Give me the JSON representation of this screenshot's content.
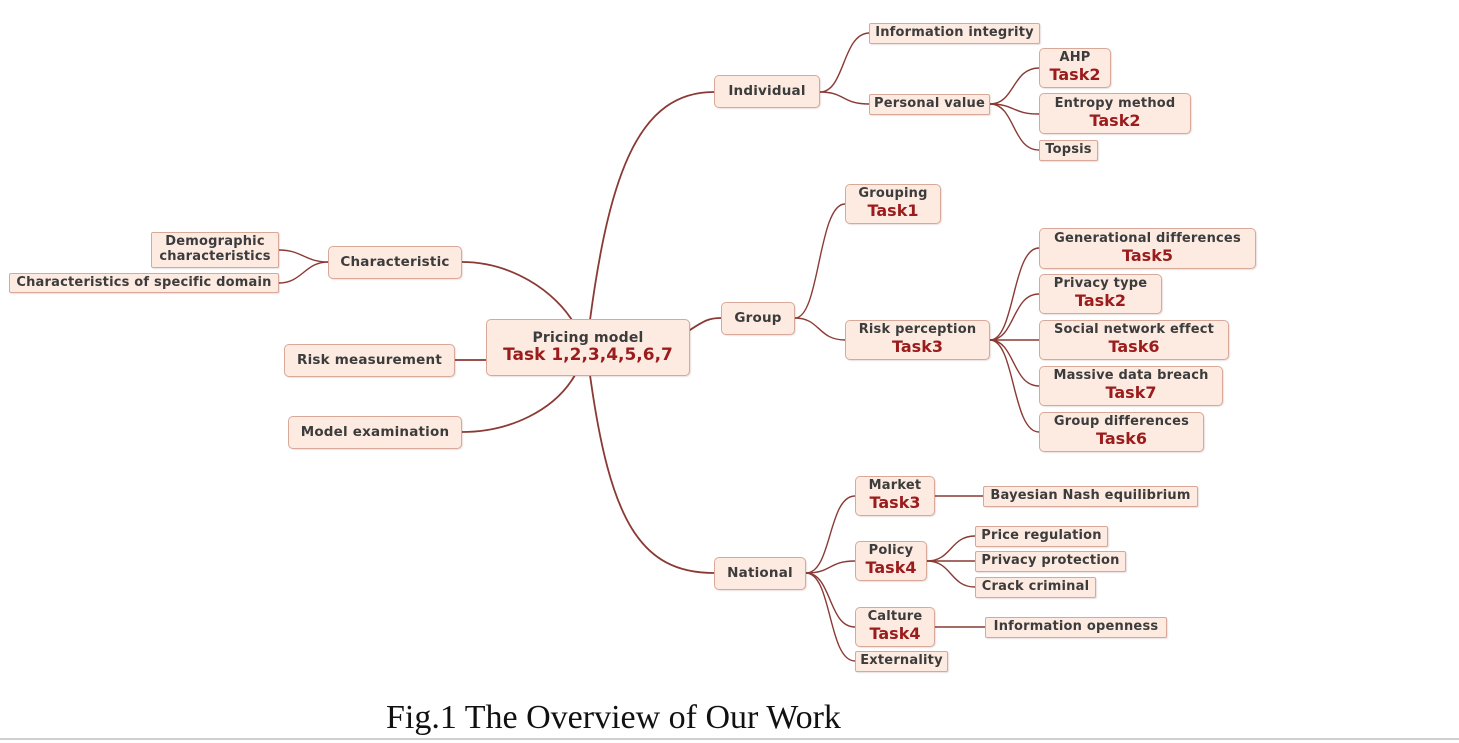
{
  "root": {
    "label": "Pricing model",
    "task": "Task 1,2,3,4,5,6,7"
  },
  "branches": {
    "individual": {
      "label": "Individual",
      "information_integrity": "Information integrity",
      "personal_value": {
        "label": "Personal value",
        "ahp": {
          "label": "AHP",
          "task": "Task2"
        },
        "entropy": {
          "label": "Entropy method",
          "task": "Task2"
        },
        "topsis": "Topsis"
      }
    },
    "group": {
      "label": "Group",
      "grouping": {
        "label": "Grouping",
        "task": "Task1"
      },
      "risk_perception": {
        "label": "Risk perception",
        "task": "Task3",
        "generational": {
          "label": "Generational differences",
          "task": "Task5"
        },
        "privacy_type": {
          "label": "Privacy type",
          "task": "Task2"
        },
        "social_network": {
          "label": "Social network effect",
          "task": "Task6"
        },
        "data_breach": {
          "label": "Massive data breach",
          "task": "Task7"
        },
        "group_differences": {
          "label": "Group differences",
          "task": "Task6"
        }
      }
    },
    "national": {
      "label": "National",
      "market": {
        "label": "Market",
        "task": "Task3",
        "bayesian": "Bayesian Nash equilibrium"
      },
      "policy": {
        "label": "Policy",
        "task": "Task4",
        "price_regulation": "Price regulation",
        "privacy_protection": "Privacy protection",
        "crack_criminal": "Crack criminal"
      },
      "culture": {
        "label": "Calture",
        "task": "Task4",
        "information_openness": "Information openness"
      },
      "externality": "Externality"
    },
    "characteristic": {
      "label": "Characteristic",
      "demographic": "Demographic characteristics",
      "specific_domain": "Characteristics of specific domain"
    },
    "risk_measurement": "Risk measurement",
    "model_examination": "Model examination"
  },
  "caption": "Fig.1 The Overview of Our Work",
  "colors": {
    "node_fill": "#fdebe2",
    "node_border": "#d8a898",
    "link": "#8a3a34",
    "task_text": "#9b1c1c"
  }
}
